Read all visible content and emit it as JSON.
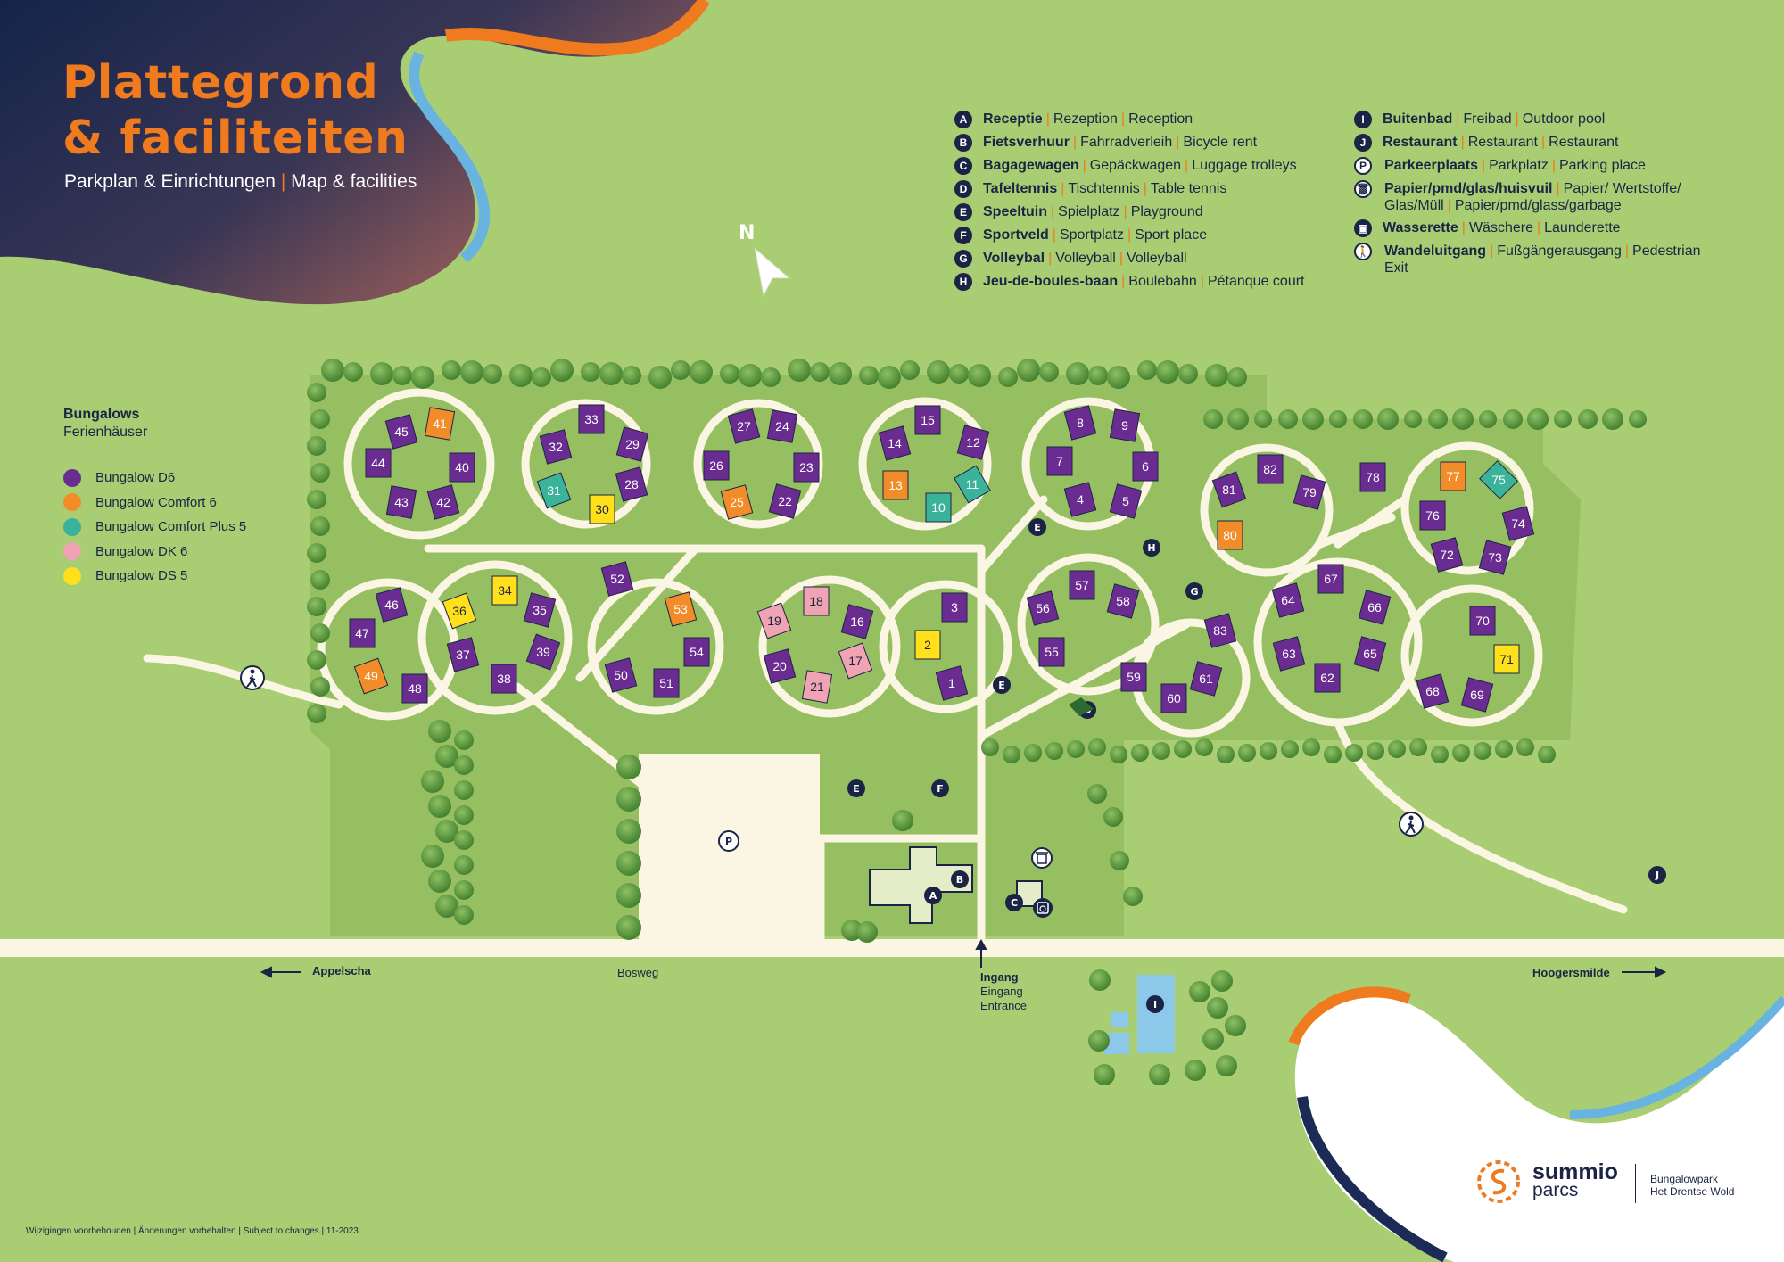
{
  "header": {
    "title_line1": "Plattegrond",
    "title_line2": "& faciliteiten",
    "subtitle_de": "Parkplan & Einrichtungen",
    "subtitle_en": "Map & facilities"
  },
  "north_label": "N",
  "facilities": {
    "col1": [
      {
        "icon": "A",
        "nl": "Receptie",
        "de": "Rezeption",
        "en": "Reception"
      },
      {
        "icon": "B",
        "nl": "Fietsverhuur",
        "de": "Fahrradverleih",
        "en": "Bicycle rent"
      },
      {
        "icon": "C",
        "nl": "Bagagewagen",
        "de": "Gepäckwagen",
        "en": "Luggage trolleys"
      },
      {
        "icon": "D",
        "nl": "Tafeltennis",
        "de": "Tischtennis",
        "en": "Table tennis"
      },
      {
        "icon": "E",
        "nl": "Speeltuin",
        "de": "Spielplatz",
        "en": "Playground"
      },
      {
        "icon": "F",
        "nl": "Sportveld",
        "de": "Sportplatz",
        "en": "Sport place"
      },
      {
        "icon": "G",
        "nl": "Volleybal",
        "de": "Volleyball",
        "en": "Volleyball"
      },
      {
        "icon": "H",
        "nl": "Jeu-de-boules-baan",
        "de": "Boulebahn",
        "en": "Pétanque court"
      }
    ],
    "col2": [
      {
        "icon": "I",
        "nl": "Buitenbad",
        "de": "Freibad",
        "en": "Outdoor pool"
      },
      {
        "icon": "J",
        "nl": "Restaurant",
        "de": "Restaurant",
        "en": "Restaurant"
      },
      {
        "icon": "P",
        "nl": "Parkeerplaats",
        "de": "Parkplatz",
        "en": "Parking place"
      },
      {
        "icon": "trash",
        "nl": "Papier/pmd/glas/huisvuil",
        "de": "Papier/ Wertstoffe/ Glas/Müll",
        "en": "Papier/pmd/glass/garbage"
      },
      {
        "icon": "washer",
        "nl": "Wasserette",
        "de": "Wäschere",
        "en": "Launderette"
      },
      {
        "icon": "walker",
        "nl": "Wandeluitgang",
        "de": "Fußgängerausgang",
        "en": "Pedestrian Exit"
      }
    ]
  },
  "bungalow_legend": {
    "title_nl": "Bungalows",
    "title_de": "Ferienhäuser",
    "items": [
      {
        "label": "Bungalow D6",
        "color": "#6b2c91"
      },
      {
        "label": "Bungalow Comfort 6",
        "color": "#f28c28"
      },
      {
        "label": "Bungalow Comfort Plus 5",
        "color": "#3bb39b"
      },
      {
        "label": "Bungalow DK 6",
        "color": "#f0a3b3"
      },
      {
        "label": "Bungalow DS 5",
        "color": "#ffe01a"
      }
    ]
  },
  "type_colors": {
    "D6": "#6b2c91",
    "C6": "#f28c28",
    "CP5": "#3bb39b",
    "DK6": "#f0a3b3",
    "DS5": "#ffe01a"
  },
  "bungalows": [
    {
      "n": "45",
      "t": "D6"
    },
    {
      "n": "41",
      "t": "C6"
    },
    {
      "n": "44",
      "t": "D6"
    },
    {
      "n": "40",
      "t": "D6"
    },
    {
      "n": "43",
      "t": "D6"
    },
    {
      "n": "42",
      "t": "D6"
    },
    {
      "n": "33",
      "t": "D6"
    },
    {
      "n": "32",
      "t": "D6"
    },
    {
      "n": "29",
      "t": "D6"
    },
    {
      "n": "31",
      "t": "CP5"
    },
    {
      "n": "28",
      "t": "D6"
    },
    {
      "n": "30",
      "t": "DS5"
    },
    {
      "n": "27",
      "t": "D6"
    },
    {
      "n": "24",
      "t": "D6"
    },
    {
      "n": "26",
      "t": "D6"
    },
    {
      "n": "23",
      "t": "D6"
    },
    {
      "n": "25",
      "t": "C6"
    },
    {
      "n": "22",
      "t": "D6"
    },
    {
      "n": "15",
      "t": "D6"
    },
    {
      "n": "14",
      "t": "D6"
    },
    {
      "n": "12",
      "t": "D6"
    },
    {
      "n": "13",
      "t": "C6"
    },
    {
      "n": "11",
      "t": "CP5"
    },
    {
      "n": "10",
      "t": "CP5"
    },
    {
      "n": "8",
      "t": "D6"
    },
    {
      "n": "9",
      "t": "D6"
    },
    {
      "n": "7",
      "t": "D6"
    },
    {
      "n": "6",
      "t": "D6"
    },
    {
      "n": "4",
      "t": "D6"
    },
    {
      "n": "5",
      "t": "D6"
    },
    {
      "n": "82",
      "t": "D6"
    },
    {
      "n": "81",
      "t": "D6"
    },
    {
      "n": "79",
      "t": "D6"
    },
    {
      "n": "80",
      "t": "C6"
    },
    {
      "n": "78",
      "t": "D6"
    },
    {
      "n": "77",
      "t": "C6"
    },
    {
      "n": "75",
      "t": "CP5"
    },
    {
      "n": "76",
      "t": "D6"
    },
    {
      "n": "74",
      "t": "D6"
    },
    {
      "n": "72",
      "t": "D6"
    },
    {
      "n": "73",
      "t": "D6"
    },
    {
      "n": "46",
      "t": "D6"
    },
    {
      "n": "47",
      "t": "D6"
    },
    {
      "n": "49",
      "t": "C6"
    },
    {
      "n": "48",
      "t": "D6"
    },
    {
      "n": "34",
      "t": "DS5"
    },
    {
      "n": "36",
      "t": "DS5"
    },
    {
      "n": "35",
      "t": "D6"
    },
    {
      "n": "37",
      "t": "D6"
    },
    {
      "n": "39",
      "t": "D6"
    },
    {
      "n": "38",
      "t": "D6"
    },
    {
      "n": "52",
      "t": "D6"
    },
    {
      "n": "53",
      "t": "C6"
    },
    {
      "n": "54",
      "t": "D6"
    },
    {
      "n": "50",
      "t": "D6"
    },
    {
      "n": "51",
      "t": "D6"
    },
    {
      "n": "18",
      "t": "DK6"
    },
    {
      "n": "19",
      "t": "DK6"
    },
    {
      "n": "16",
      "t": "D6"
    },
    {
      "n": "17",
      "t": "DK6"
    },
    {
      "n": "20",
      "t": "D6"
    },
    {
      "n": "21",
      "t": "DK6"
    },
    {
      "n": "3",
      "t": "D6"
    },
    {
      "n": "2",
      "t": "DS5"
    },
    {
      "n": "1",
      "t": "D6"
    },
    {
      "n": "57",
      "t": "D6"
    },
    {
      "n": "56",
      "t": "D6"
    },
    {
      "n": "58",
      "t": "D6"
    },
    {
      "n": "55",
      "t": "D6"
    },
    {
      "n": "59",
      "t": "D6"
    },
    {
      "n": "60",
      "t": "D6"
    },
    {
      "n": "61",
      "t": "D6"
    },
    {
      "n": "83",
      "t": "D6"
    },
    {
      "n": "67",
      "t": "D6"
    },
    {
      "n": "64",
      "t": "D6"
    },
    {
      "n": "66",
      "t": "D6"
    },
    {
      "n": "63",
      "t": "D6"
    },
    {
      "n": "65",
      "t": "D6"
    },
    {
      "n": "62",
      "t": "D6"
    },
    {
      "n": "70",
      "t": "D6"
    },
    {
      "n": "71",
      "t": "DS5"
    },
    {
      "n": "68",
      "t": "D6"
    },
    {
      "n": "69",
      "t": "D6"
    }
  ],
  "map_markers": [
    "A",
    "B",
    "C",
    "D",
    "E",
    "E",
    "E",
    "F",
    "G",
    "H",
    "I",
    "J",
    "P"
  ],
  "roads": {
    "west": "Appelscha",
    "street": "Bosweg",
    "east": "Hoogersmilde",
    "entrance_nl": "Ingang",
    "entrance_de": "Eingang",
    "entrance_en": "Entrance"
  },
  "footer": "Wijzigingen voorbehouden | Änderungen vorbehalten | Subject to changes | 11-2023",
  "brand": {
    "name_line1": "summio",
    "name_line2": "parcs",
    "park_line1": "Bungalowpark",
    "park_line2": "Het Drentse Wold"
  }
}
